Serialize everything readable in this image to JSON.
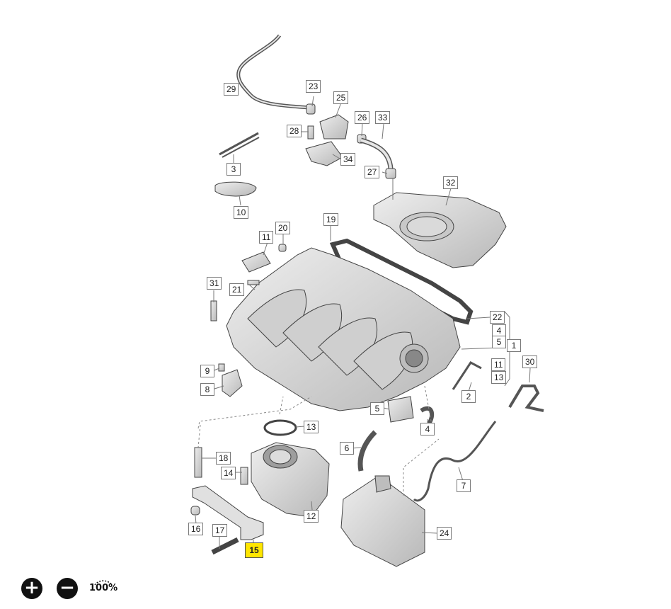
{
  "callouts": {
    "c1": "1",
    "c2": "2",
    "c3": "3",
    "c4a": "4",
    "c4b": "4",
    "c5a": "5",
    "c5b": "5",
    "c6": "6",
    "c7": "7",
    "c8": "8",
    "c9": "9",
    "c10": "10",
    "c11a": "11",
    "c11b": "11",
    "c12": "12",
    "c13a": "13",
    "c13b": "13",
    "c14": "14",
    "c15": "15",
    "c16": "16",
    "c17": "17",
    "c18": "18",
    "c19": "19",
    "c20": "20",
    "c21": "21",
    "c22": "22",
    "c23": "23",
    "c24": "24",
    "c25": "25",
    "c26": "26",
    "c27": "27",
    "c28": "28",
    "c29": "29",
    "c30": "30",
    "c31": "31",
    "c32": "32",
    "c33": "33",
    "c34": "34"
  },
  "highlighted_part": "15",
  "colors": {
    "highlight": "#ffe600",
    "line": "#666666",
    "part_fill": "#d9d9d9"
  },
  "zoom": {
    "zoom_in_icon": "plus-circle-icon",
    "zoom_out_icon": "minus-circle-icon",
    "reset_label": "100%"
  }
}
